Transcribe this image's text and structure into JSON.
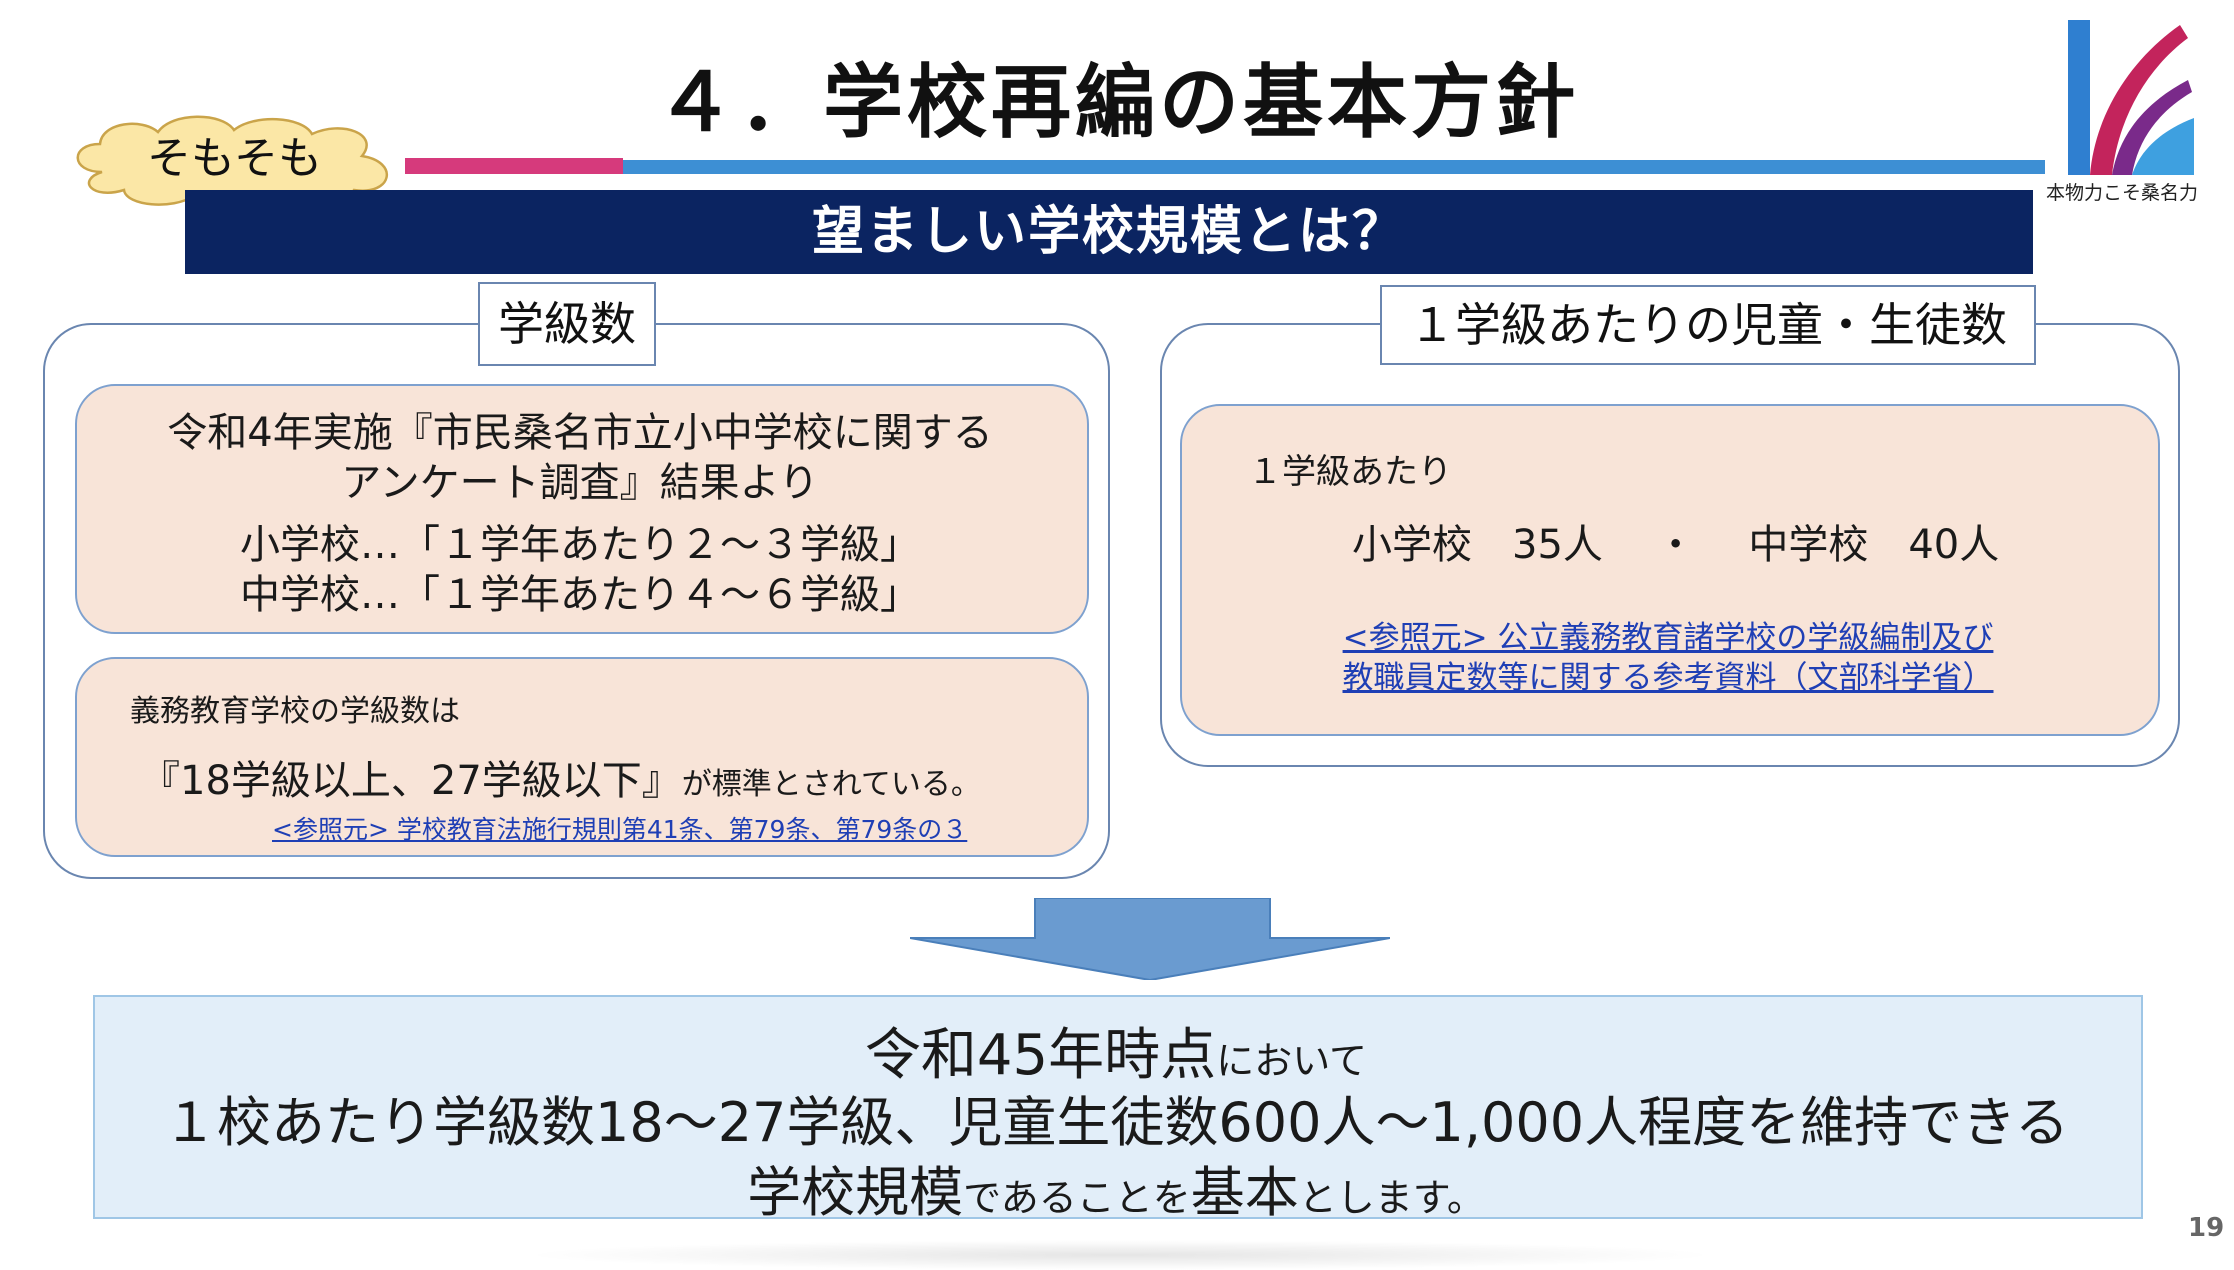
{
  "slide": {
    "title": "４．学校再編の基本方針",
    "cloud_label": "そもそも",
    "banner": "望ましい学校規模とは？",
    "logo_caption": "本物力こそ桑名力",
    "page_number": "19"
  },
  "left": {
    "tab": "学級数",
    "box1": {
      "line1": "令和4年実施『市民桑名市立小中学校に関する",
      "line2": "アンケート調査』結果より",
      "line3": "小学校…「１学年あたり２～３学級」",
      "line4": "中学校…「１学年あたり４～６学級」"
    },
    "box2": {
      "intro": "義務教育学校の学級数は",
      "main_big": "『18学級以上、27学級以下』",
      "main_small": "が標準とされている。",
      "reference": "<参照元> 学校教育法施行規則第41条、第79条、第79条の３"
    }
  },
  "right": {
    "tab": "１学級あたりの児童・生徒数",
    "box": {
      "intro": "１学級あたり",
      "counts": "小学校　35人　 ・ 　中学校　40人",
      "ref_line1": "<参照元> 公立義務教育諸学校の学級編制及び",
      "ref_line2": "教職員定数等に関する参考資料（文部科学省）"
    }
  },
  "conclusion": {
    "l1_big": "令和45年時点",
    "l1_small": "において",
    "l2": "１校あたり学級数18～27学級、児童生徒数600人～1,000人程度を維持できる",
    "l3_big1": "学校規模",
    "l3_small1": "であることを",
    "l3_big2": "基本",
    "l3_small2": "とします。"
  },
  "colors": {
    "banner_bg": "#0b2461",
    "accent_pink": "#d63a7c",
    "accent_blue": "#3d8fd4",
    "box_fill": "#f8e4d8",
    "cloud_fill": "#fbe7a6",
    "arrow_fill": "#6a9bd0",
    "conclusion_bg": "#e2eef9"
  }
}
